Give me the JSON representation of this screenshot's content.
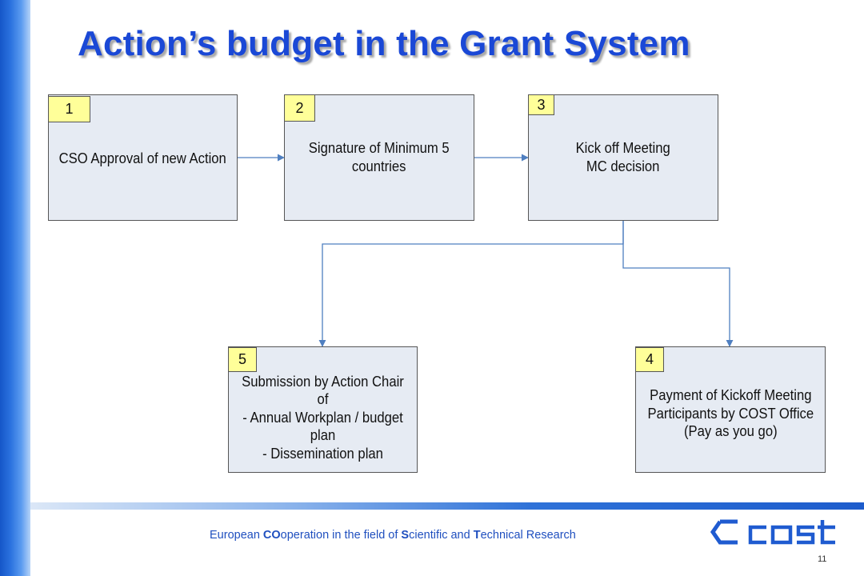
{
  "title": "Action’s budget in the Grant System",
  "steps": [
    {
      "number": "1",
      "text": "CSO Approval of new Action"
    },
    {
      "number": "2",
      "text": "Signature of Minimum 5\ncountries"
    },
    {
      "number": "3",
      "text": "Kick off Meeting\nMC decision"
    },
    {
      "number": "4",
      "text": "Payment of Kickoff Meeting\nParticipants by COST Office\n(Pay as you go)"
    },
    {
      "number": "5",
      "text": "Submission by Action Chair of\n- Annual Workplan / budget\nplan\n- Dissemination plan"
    }
  ],
  "footer": {
    "tagline_parts": [
      "European ",
      "CO",
      "operation in the field of ",
      "S",
      "cientific and ",
      "T",
      "echnical Research"
    ],
    "logo_text": "cost",
    "page_number": "11"
  },
  "colors": {
    "title": "#1a48d6",
    "box_fill": "#e6ebf3",
    "tag_fill": "#ffff99",
    "connector": "#4f7fc0",
    "footer_text": "#1f4fbf",
    "logo": "#1f5bd0"
  }
}
